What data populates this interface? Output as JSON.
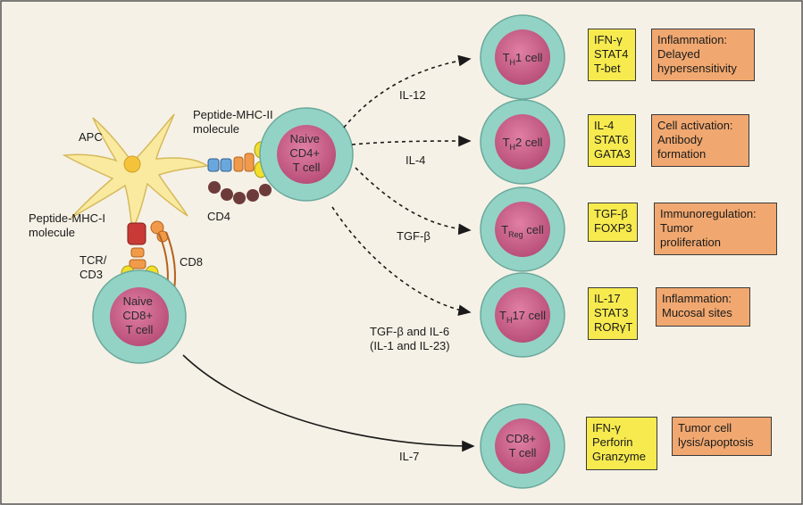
{
  "labels": {
    "apc": "APC",
    "peptide_mhc2": "Peptide-MHC-II\nmolecule",
    "peptide_mhc1": "Peptide-MHC-I\nmolecule",
    "cd4": "CD4",
    "cd8": "CD8",
    "tcr": "TCR/\nCD3"
  },
  "source_cells": {
    "naive_cd4": "Naive\nCD4+\nT cell",
    "naive_cd8": "Naive\nCD8+\nT cell"
  },
  "pathways": [
    {
      "cytokine": "IL-12",
      "cell": {
        "main": "T",
        "sub": "H",
        "rest": "1 cell"
      },
      "factors": "IFN-γ\nSTAT4\nT-bet",
      "outcome": "Inflammation:\nDelayed\nhypersensitivity"
    },
    {
      "cytokine": "IL-4",
      "cell": {
        "main": "T",
        "sub": "H",
        "rest": "2 cell"
      },
      "factors": "IL-4\nSTAT6\nGATA3",
      "outcome": "Cell activation:\nAntibody\nformation"
    },
    {
      "cytokine": "TGF-β",
      "cell": {
        "main": "T",
        "sub": "Reg",
        "rest": " cell"
      },
      "factors": "TGF-β\nFOXP3",
      "outcome": "Immunoregulation:\nTumor\nproliferation"
    },
    {
      "cytokine": "TGF-β and IL-6\n(IL-1 and IL-23)",
      "cell": {
        "main": "T",
        "sub": "H",
        "rest": "17 cell"
      },
      "factors": "IL-17\nSTAT3\nRORγT",
      "outcome": "Inflammation:\nMucosal sites"
    },
    {
      "cytokine": "IL-7",
      "cell": {
        "main": "CD8+",
        "sub": "",
        "rest": "T cell"
      },
      "factors": "IFN-γ\nPerforin\nGranzyme",
      "outcome": "Tumor cell\nlysis/apoptosis"
    }
  ],
  "colors": {
    "cell_outer": "#93d3c6",
    "cell_inner": "#c9648a",
    "factor_box": "#f6ea4f",
    "outcome_box": "#f1a870",
    "apc": "#f9eaa0"
  }
}
